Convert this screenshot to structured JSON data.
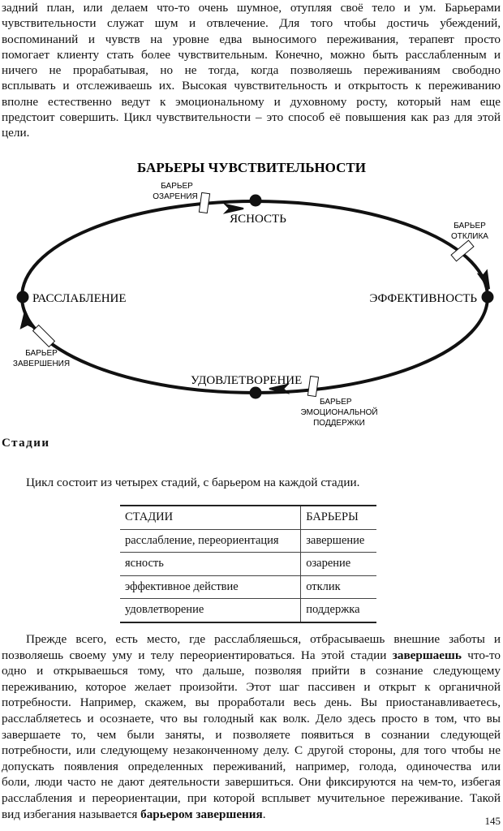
{
  "top_paragraph": [
    "задний план, или делаем что-то очень шумное, отупляя своё тело и ум. Барьерами",
    "чувствительности служат шум и отвлечение. Для того чтобы достичь убеждений,",
    "воспоминаний и чувств на уровне едва выносимого переживания, терапевт просто",
    "помогает клиенту стать более чувствительным. Конечно, можно быть расслабленным и",
    "ничего не прорабатывая, но не тогда, когда позволяешь переживаниям свободно",
    "всплывать и отслеживаешь их. Высокая чувствительность и открытость к переживанию",
    "вполне естественно ведут к эмоциональному и духовному росту, который нам еще",
    "предстоит совершить. Цикл чувствительности – это способ её повышения как раз для этой",
    "цели."
  ],
  "diagram": {
    "title": "БАРЬЕРЫ ЧУВСТВИТЕЛЬНОСТИ",
    "stages": {
      "clarity": "ЯСНОСТЬ",
      "effectiveness": "ЭФФЕКТИВНОСТЬ",
      "satisfaction": "УДОВЛЕТВОРЕНИЕ",
      "relaxation": "РАССЛАБЛЕНИЕ"
    },
    "barriers": {
      "insight": [
        "БАРЬЕР",
        "ОЗАРЕНИЯ"
      ],
      "response": [
        "БАРЬЕР",
        "ОТКЛИКА"
      ],
      "support": [
        "БАРЬЕР",
        "ЭМОЦИОНАЛЬНОЙ",
        "ПОДДЕРЖКИ"
      ],
      "completion": [
        "БАРЬЕР",
        "ЗАВЕРШЕНИЯ"
      ]
    }
  },
  "section_heading": "Стадии",
  "intro": "Цикл состоит из четырех стадий, с барьером на каждой стадии.",
  "table": {
    "headers": [
      "СТАДИИ",
      "БАРЬЕРЫ"
    ],
    "rows": [
      [
        "расслабление, переориентация",
        "завершение"
      ],
      [
        "ясность",
        "озарение"
      ],
      [
        "эффективное действие",
        "отклик"
      ],
      [
        "удовлетворение",
        "поддержка"
      ]
    ]
  },
  "bottom_paragraph": {
    "l1": "Прежде всего, есть место, где расслабляешься, отбрасываешь внешние заботы и",
    "l2_pre": "позволяешь своему уму и телу переориентироваться. На этой стадии ",
    "l2_bold": "завершаешь",
    "l2_post": " что-то",
    "l3": "одно и открываешься тому, что дальше, позволяя прийти в сознание следующему",
    "l4": "переживанию, которое желает произойти. Этот шаг пассивен и открыт к органичной",
    "l5": "потребности. Например, скажем, вы проработали весь день. Вы приостанавливаетесь,",
    "l6": "расслабляетесь и осознаете, что вы голодный как волк. Дело здесь просто в том, что вы",
    "l7": "завершаете то, чем были заняты, и позволяете появиться в сознании следующей",
    "l8": "потребности, или следующему незаконченному делу. С другой стороны, для того чтобы не",
    "l9": "допускать появления определенных переживаний, например, голода, одиночества или",
    "l10": "боли, люди часто не дают деятельности завершиться. Они фиксируются на чем-то, избегая",
    "l11": "расслабления и переориентации, при которой всплывет мучительное переживание. Такой",
    "l12_pre": "вид избегания называется ",
    "l12_bold": "барьером завершения",
    "l12_post": "."
  },
  "page_number": "145"
}
